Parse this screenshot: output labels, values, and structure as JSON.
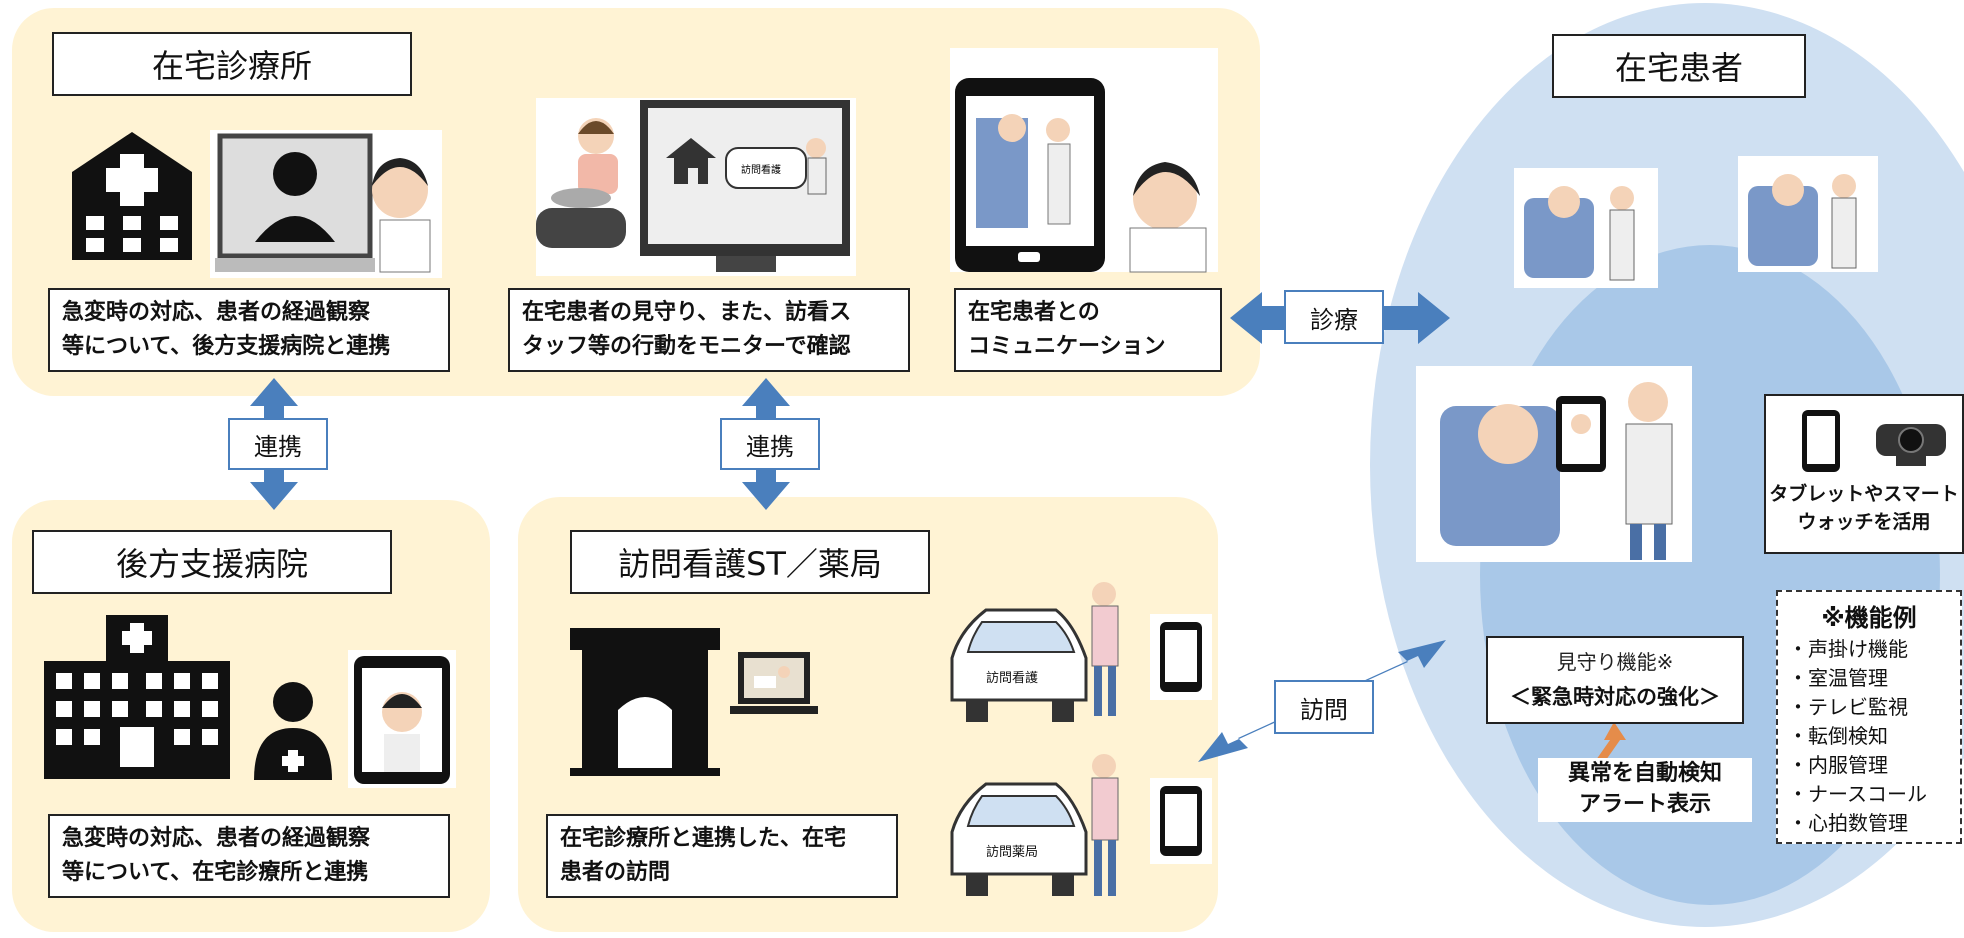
{
  "clinic": {
    "title": "在宅診療所",
    "desc1": "急変時の対応、患者の経過観察\n等について、後方支援病院と連携",
    "desc2": "在宅患者の見守り、また、訪看ス\nタッフ等の行動をモニターで確認",
    "desc3": "在宅患者との\nコミュニケーション"
  },
  "hospital": {
    "title": "後方支援病院",
    "desc": "急変時の対応、患者の経過観察\n等について、在宅診療所と連携"
  },
  "station": {
    "title": "訪問看護ST／薬局",
    "desc": "在宅診療所と連携した、在宅\n患者の訪問",
    "car1_label": "訪問看護",
    "car2_label": "訪問薬局"
  },
  "monitor_car_label": "訪問看護",
  "arrows": {
    "left": "連携",
    "middle": "連携",
    "shinryo": "診療",
    "houmon": "訪問"
  },
  "patient": {
    "title": "在宅患者",
    "device_caption": "タブレットやスマート\nウォッチを活用",
    "mimamori_line1": "見守り機能※",
    "mimamori_line2": "＜緊急時対応の強化＞",
    "alert": "異常を自動検知\nアラート表示"
  },
  "features": {
    "title": "※機能例",
    "items": [
      "・声掛け機能",
      "・室温管理",
      "・テレビ監視",
      "・転倒検知",
      "・内服管理",
      "・ナースコール",
      "・心拍数管理"
    ]
  },
  "colors": {
    "panel": "#fff3d4",
    "ellipse_outer": "#cfe0f2",
    "ellipse_inner": "#a9c8e8",
    "arrow": "#4a7fbd",
    "alert_arrow": "#e58c4a"
  }
}
